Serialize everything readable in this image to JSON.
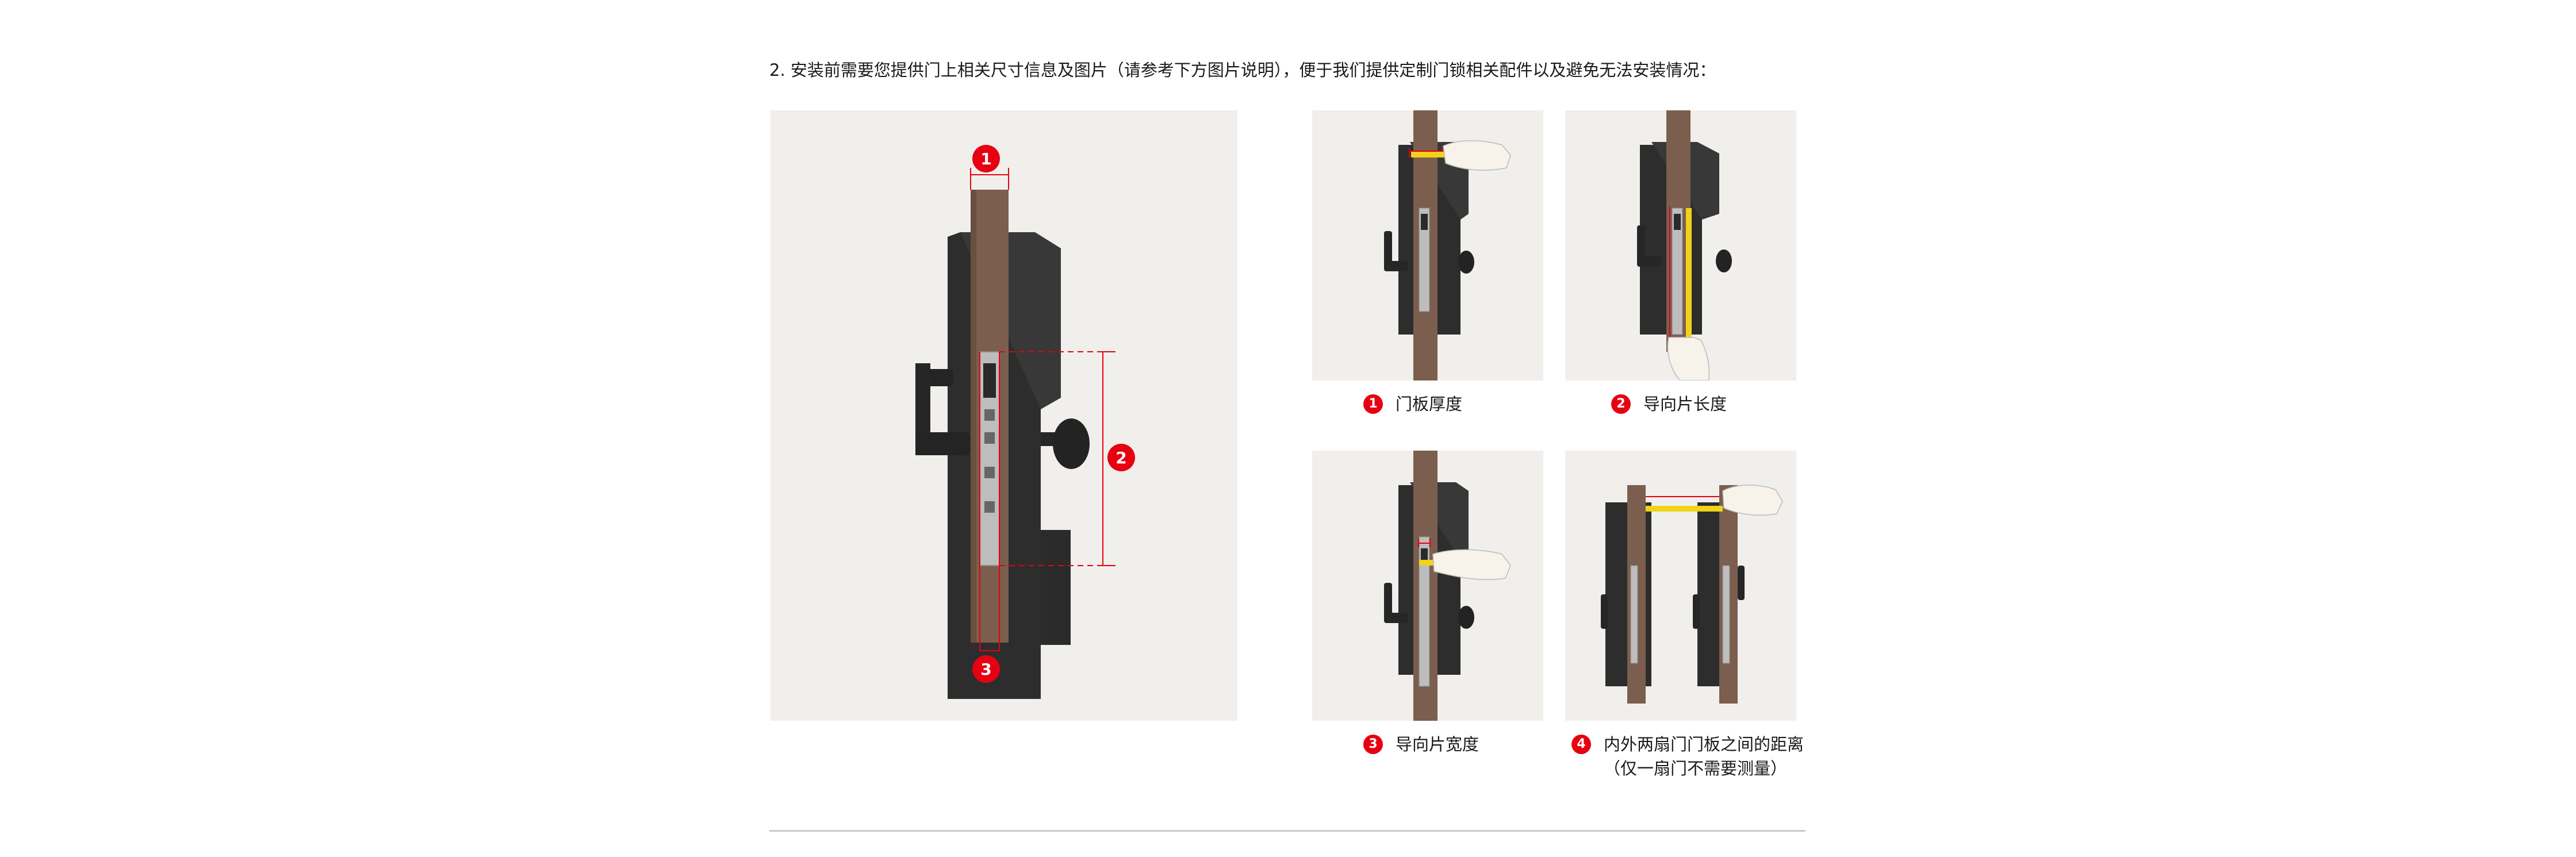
{
  "intro_text": "2. 安装前需要您提供门上相关尺寸信息及图片（请参考下方图片说明），便于我们提供定制门锁相关配件以及避免无法安装情况：",
  "main_diagram": {
    "markers": [
      "1",
      "2",
      "3"
    ]
  },
  "steps": [
    {
      "num": "1",
      "label": "门板厚度",
      "sub": ""
    },
    {
      "num": "2",
      "label": "导向片长度",
      "sub": ""
    },
    {
      "num": "3",
      "label": "导向片宽度",
      "sub": ""
    },
    {
      "num": "4",
      "label": "内外两扇门门板之间的距离",
      "sub": "（仅一扇门不需要测量）"
    }
  ],
  "colors": {
    "accent": "#e60012",
    "door": "#7c5e4e",
    "lock": "#2d2d2d",
    "panel": "#f1efec",
    "tape": "#f2d21a"
  }
}
